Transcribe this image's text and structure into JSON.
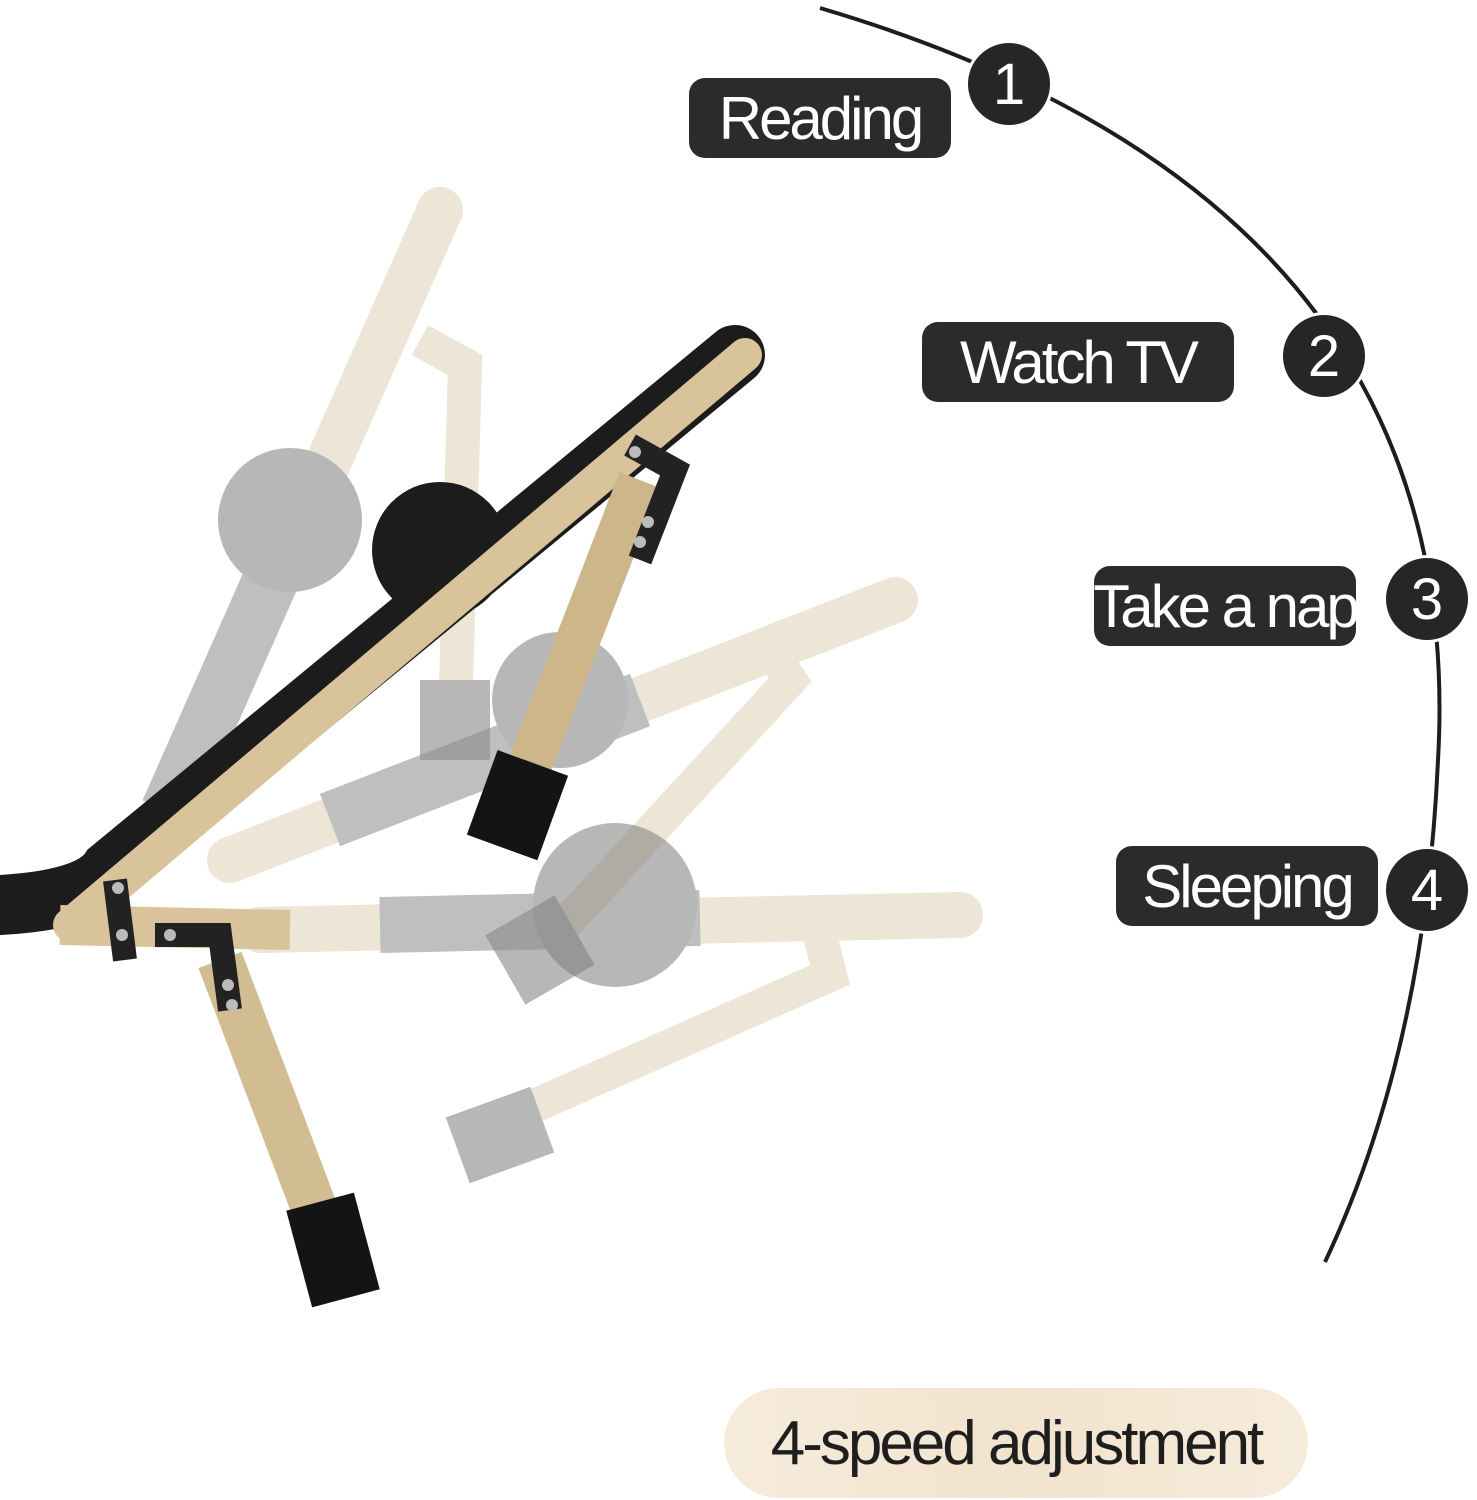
{
  "positions": [
    {
      "number": "1",
      "label": "Reading"
    },
    {
      "number": "2",
      "label": "Watch TV"
    },
    {
      "number": "3",
      "label": "Take a nap"
    },
    {
      "number": "4",
      "label": "Sleeping"
    }
  ],
  "footer": {
    "text": "4-speed adjustment"
  },
  "colors": {
    "label_bg": "#2b2b2b",
    "frame_gold": "#d9c39a",
    "fabric_black": "#1c1c1c",
    "ghost_frame": "#e8dcc4",
    "ghost_fabric": "#9a9a9a",
    "footer_bg": "#f3e6d2"
  }
}
